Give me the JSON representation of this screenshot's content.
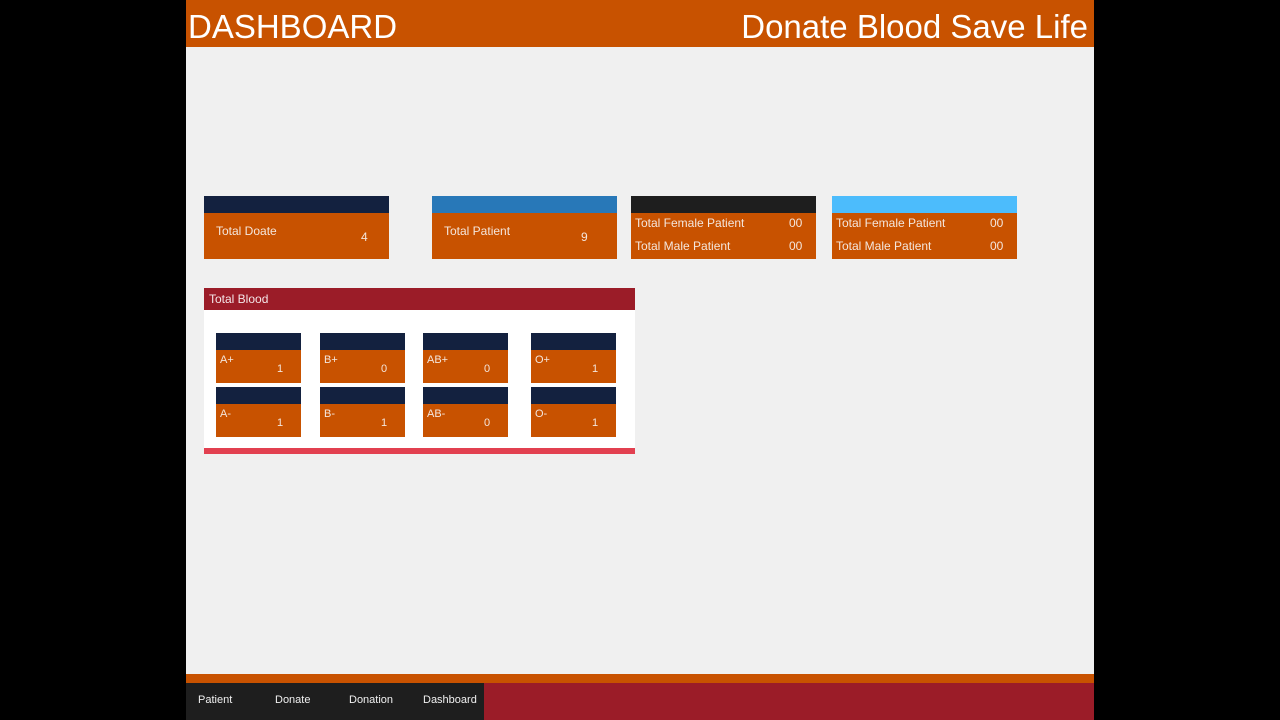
{
  "header": {
    "title": "DASHBOARD",
    "slogan": "Donate Blood Save Life",
    "background": "#c85200"
  },
  "cards": {
    "donate": {
      "label": "Total Doate",
      "value": "4",
      "accent": "#13213f"
    },
    "patient": {
      "label": "Total Patient",
      "value": "9",
      "accent": "#2878b8"
    },
    "gender_1": {
      "accent": "#1e1e1e",
      "female_label": "Total Female Patient",
      "female_value": "00",
      "male_label": "Total Male Patient",
      "male_value": "00"
    },
    "gender_2": {
      "accent": "#4cbcfc",
      "female_label": "Total Female Patient",
      "female_value": "00",
      "male_label": "Total Male Patient",
      "male_value": "00"
    }
  },
  "blood_panel": {
    "title": "Total Blood",
    "groups": [
      {
        "type": "A+",
        "count": "1"
      },
      {
        "type": "B+",
        "count": "0"
      },
      {
        "type": "AB+",
        "count": "0"
      },
      {
        "type": "O+",
        "count": "1"
      },
      {
        "type": "A-",
        "count": "1"
      },
      {
        "type": "B-",
        "count": "1"
      },
      {
        "type": "AB-",
        "count": "0"
      },
      {
        "type": "O-",
        "count": "1"
      }
    ]
  },
  "nav": {
    "items": [
      {
        "label": "Patient"
      },
      {
        "label": "Donate"
      },
      {
        "label": "Donation"
      },
      {
        "label": "Dashboard"
      }
    ]
  },
  "colors": {
    "primary_orange": "#c85200",
    "navy": "#13213f",
    "crimson": "#9b1c28",
    "red_bar": "#e24050",
    "background": "#f0f0f0"
  }
}
